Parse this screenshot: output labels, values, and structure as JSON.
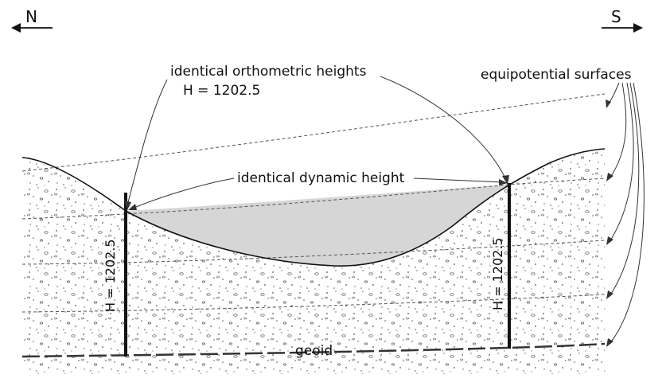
{
  "directions": {
    "north": "N",
    "south": "S"
  },
  "labels": {
    "orthometric_line1": "identical orthometric heights",
    "orthometric_line2": "H = 1202.5",
    "equipotential": "equipotential surfaces",
    "dynamic": "identical dynamic height",
    "geoid": "geoid"
  },
  "rods": {
    "left_label": "H = 1202.5",
    "right_label": "H = 1202.5"
  },
  "colors": {
    "ink": "#111111",
    "lake_fill": "#d6d6d6",
    "equipotential_line": "#555555",
    "geoid_line": "#333333"
  }
}
